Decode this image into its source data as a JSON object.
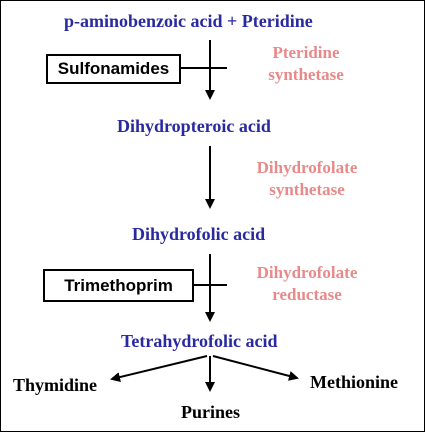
{
  "compounds": {
    "substrate": "p-aminobenzoic acid + Pteridine",
    "dihydropteroic": "Dihydropteroic acid",
    "dihydrofolic": "Dihydrofolic acid",
    "tetrahydrofolic": "Tetrahydrofolic acid"
  },
  "enzymes": {
    "pteridine_synthetase": [
      "Pteridine",
      "synthetase"
    ],
    "dihydrofolate_synthetase": [
      "Dihydrofolate",
      "synthetase"
    ],
    "dihydrofolate_reductase": [
      "Dihydrofolate",
      "reductase"
    ]
  },
  "inhibitors": {
    "sulfonamides": "Sulfonamides",
    "trimethoprim": "Trimethoprim"
  },
  "products": {
    "thymidine": "Thymidine",
    "purines": "Purines",
    "methionine": "Methionine"
  },
  "colors": {
    "compound": "#2a2aa0",
    "enzyme": "#e88a8a",
    "inhibitor": "#000000"
  }
}
